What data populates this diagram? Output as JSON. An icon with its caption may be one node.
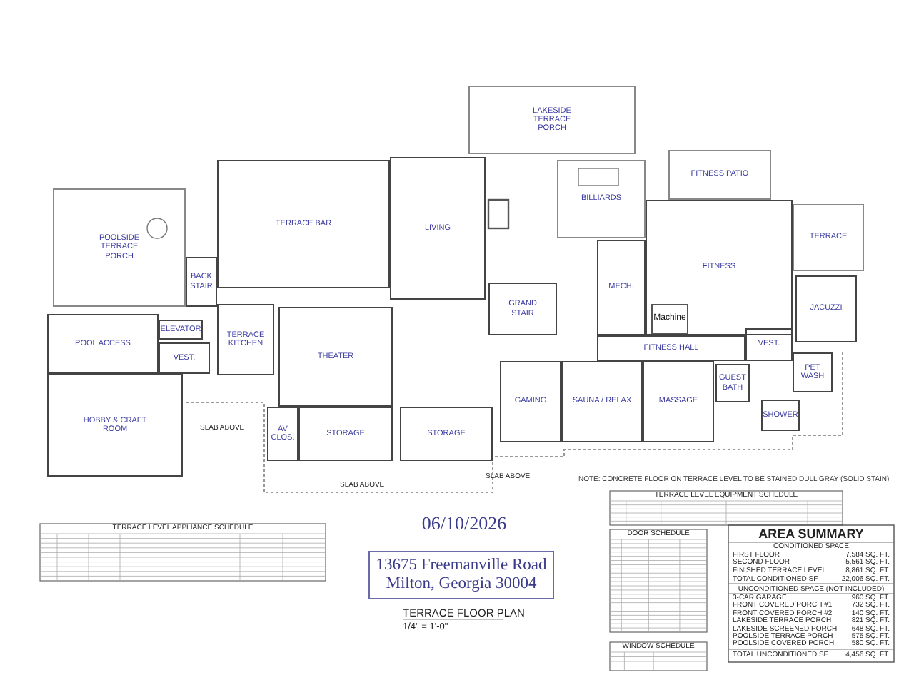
{
  "diagram": {
    "title": "TERRACE FLOOR PLAN",
    "nodes": [
      {
        "text": [
          "LAKESIDE TERRACE PORCH"
        ]
      },
      {
        "text": [
          "POOLSIDE TERRACE PORCH"
        ]
      },
      {
        "text": [
          "TERRACE BAR"
        ]
      },
      {
        "text": [
          "BACK STAIR"
        ]
      },
      {
        "text": [
          "LIVING"
        ]
      },
      {
        "text": [
          "BILLIARDS"
        ]
      },
      {
        "text": [
          "FITNESS PATIO"
        ]
      },
      {
        "text": [
          "FITNESS"
        ]
      },
      {
        "text": [
          "TERRACE"
        ]
      },
      {
        "text": [
          "JACUZZI"
        ]
      },
      {
        "text": [
          "MECH."
        ]
      },
      {
        "text": [
          "Machine"
        ],
        "in": 7
      },
      {
        "text": [
          "GRAND STAIR"
        ]
      },
      {
        "text": [
          "FITNESS HALL"
        ]
      },
      {
        "text": [
          "VEST."
        ]
      },
      {
        "text": [
          "PET WASH"
        ]
      },
      {
        "text": [
          "GUEST BATH"
        ]
      },
      {
        "text": [
          "MASSAGE"
        ]
      },
      {
        "text": [
          "SAUNA / RELAX"
        ]
      },
      {
        "text": [
          "GAMING"
        ]
      },
      {
        "text": [
          "SHOWER"
        ]
      },
      {
        "text": [
          "TERRACE KITCHEN"
        ]
      },
      {
        "text": [
          "THEATER"
        ]
      },
      {
        "text": [
          "ELEVATOR"
        ]
      },
      {
        "text": [
          "VEST."
        ]
      },
      {
        "text": [
          "POOL ACCESS"
        ]
      },
      {
        "text": [
          "HOBBY & CRAFT ROOM"
        ]
      },
      {
        "text": [
          "AV CLOS."
        ]
      },
      {
        "text": [
          "STORAGE"
        ]
      },
      {
        "text": [
          "STORAGE"
        ]
      },
      {
        "text": [
          "13675 Freemanville Road Milton, Georgia 30004"
        ]
      }
    ],
    "labels": [
      "SLAB ABOVE",
      "SLAB ABOVE",
      "SLAB ABOVE",
      "NOTE: CONCRETE FLOOR ON TERRACE LEVEL TO BE STAINED DULL GRAY (SOLID STAIN)",
      "TERRACE LEVEL APPLIANCE SCHEDULE",
      "06/10/2026",
      "1/4\" = 1'-0\"",
      "TERRACE LEVEL EQUIPMENT SCHEDULE",
      "DOOR SCHEDULE",
      "WINDOW SCHEDULE",
      "AREA SUMMARY",
      "CONDITIONED SPACE",
      "FIRST FLOOR",
      "7,584 SQ. FT.",
      "SECOND FLOOR",
      "5,561 SQ. FT.",
      "FINISHED TERRACE LEVEL",
      "8,861 SQ. FT.",
      "TOTAL CONDITIONED SF",
      "22,006 SQ. FT.",
      "UNCONDITIONED SPACE (NOT INCLUDED)",
      "3-CAR GARAGE",
      "960 SQ. FT.",
      "FRONT COVERED PORCH #1",
      "732 SQ. FT.",
      "FRONT COVERED PORCH #2",
      "140 SQ. FT.",
      "LAKESIDE TERRACE PORCH",
      "821 SQ. FT.",
      "LAKESIDE SCREENED PORCH",
      "648 SQ. FT.",
      "POOLSIDE TERRACE PORCH",
      "575 SQ. FT.",
      "POOLSIDE COVERED PORCH",
      "580 SQ. FT.",
      "TOTAL UNCONDITIONED SF",
      "4,456 SQ. FT."
    ]
  }
}
